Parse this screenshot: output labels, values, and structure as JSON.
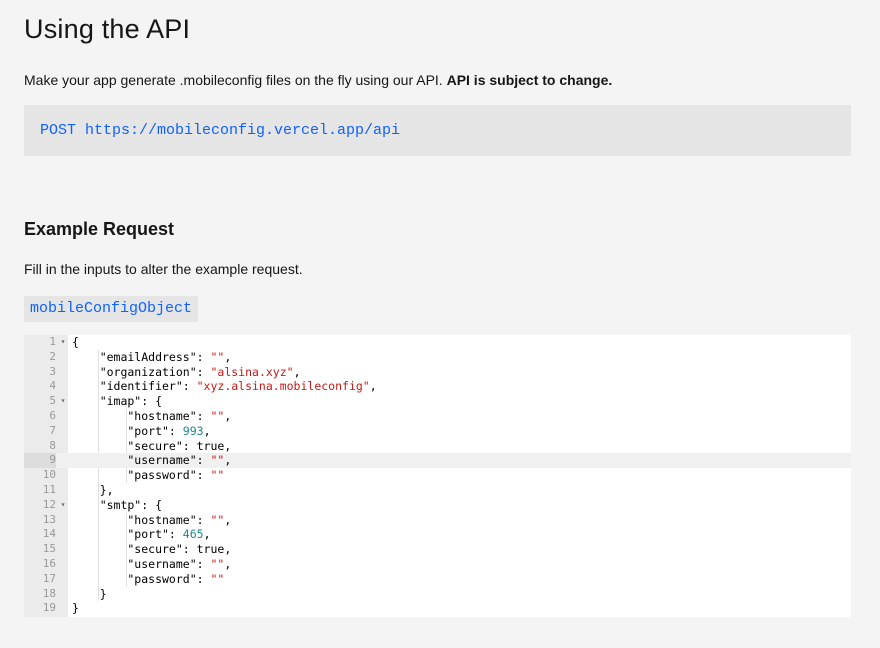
{
  "section": {
    "title": "Using the API",
    "intro_text": "Make your app generate .mobileconfig files on the fly using our API. ",
    "intro_bold": "API is subject to change.",
    "endpoint": "POST https://mobileconfig.vercel.app/api"
  },
  "example": {
    "title": "Example Request",
    "hint": "Fill in the inputs to alter the example request.",
    "object_name": "mobileConfigObject"
  },
  "editor": {
    "active_line": 9,
    "lines": [
      {
        "n": "1",
        "fold": true,
        "parts": [
          [
            "p",
            "{"
          ]
        ]
      },
      {
        "n": "2",
        "fold": false,
        "parts": [
          [
            "p",
            "    \"emailAddress\": "
          ],
          [
            "s",
            "\"\""
          ],
          [
            "p",
            ","
          ]
        ]
      },
      {
        "n": "3",
        "fold": false,
        "parts": [
          [
            "p",
            "    \"organization\": "
          ],
          [
            "s",
            "\"alsina.xyz\""
          ],
          [
            "p",
            ","
          ]
        ]
      },
      {
        "n": "4",
        "fold": false,
        "parts": [
          [
            "p",
            "    \"identifier\": "
          ],
          [
            "s",
            "\"xyz.alsina.mobileconfig\""
          ],
          [
            "p",
            ","
          ]
        ]
      },
      {
        "n": "5",
        "fold": true,
        "parts": [
          [
            "p",
            "    \"imap\": {"
          ]
        ]
      },
      {
        "n": "6",
        "fold": false,
        "parts": [
          [
            "p",
            "        \"hostname\": "
          ],
          [
            "s",
            "\"\""
          ],
          [
            "p",
            ","
          ]
        ]
      },
      {
        "n": "7",
        "fold": false,
        "parts": [
          [
            "p",
            "        \"port\": "
          ],
          [
            "n",
            "993"
          ],
          [
            "p",
            ","
          ]
        ]
      },
      {
        "n": "8",
        "fold": false,
        "parts": [
          [
            "p",
            "        \"secure\": true,"
          ]
        ]
      },
      {
        "n": "9",
        "fold": false,
        "parts": [
          [
            "p",
            "        \"username\": "
          ],
          [
            "s",
            "\"\""
          ],
          [
            "p",
            ","
          ]
        ]
      },
      {
        "n": "10",
        "fold": false,
        "parts": [
          [
            "p",
            "        \"password\": "
          ],
          [
            "s",
            "\"\""
          ]
        ]
      },
      {
        "n": "11",
        "fold": false,
        "parts": [
          [
            "p",
            "    },"
          ]
        ]
      },
      {
        "n": "12",
        "fold": true,
        "parts": [
          [
            "p",
            "    \"smtp\": {"
          ]
        ]
      },
      {
        "n": "13",
        "fold": false,
        "parts": [
          [
            "p",
            "        \"hostname\": "
          ],
          [
            "s",
            "\"\""
          ],
          [
            "p",
            ","
          ]
        ]
      },
      {
        "n": "14",
        "fold": false,
        "parts": [
          [
            "p",
            "        \"port\": "
          ],
          [
            "n",
            "465"
          ],
          [
            "p",
            ","
          ]
        ]
      },
      {
        "n": "15",
        "fold": false,
        "parts": [
          [
            "p",
            "        \"secure\": true,"
          ]
        ]
      },
      {
        "n": "16",
        "fold": false,
        "parts": [
          [
            "p",
            "        \"username\": "
          ],
          [
            "s",
            "\"\""
          ],
          [
            "p",
            ","
          ]
        ]
      },
      {
        "n": "17",
        "fold": false,
        "parts": [
          [
            "p",
            "        \"password\": "
          ],
          [
            "s",
            "\"\""
          ]
        ]
      },
      {
        "n": "18",
        "fold": false,
        "parts": [
          [
            "p",
            "    }"
          ]
        ]
      },
      {
        "n": "19",
        "fold": false,
        "parts": [
          [
            "p",
            "}"
          ]
        ]
      }
    ],
    "fold_icon": "fold-arrow-icon"
  }
}
